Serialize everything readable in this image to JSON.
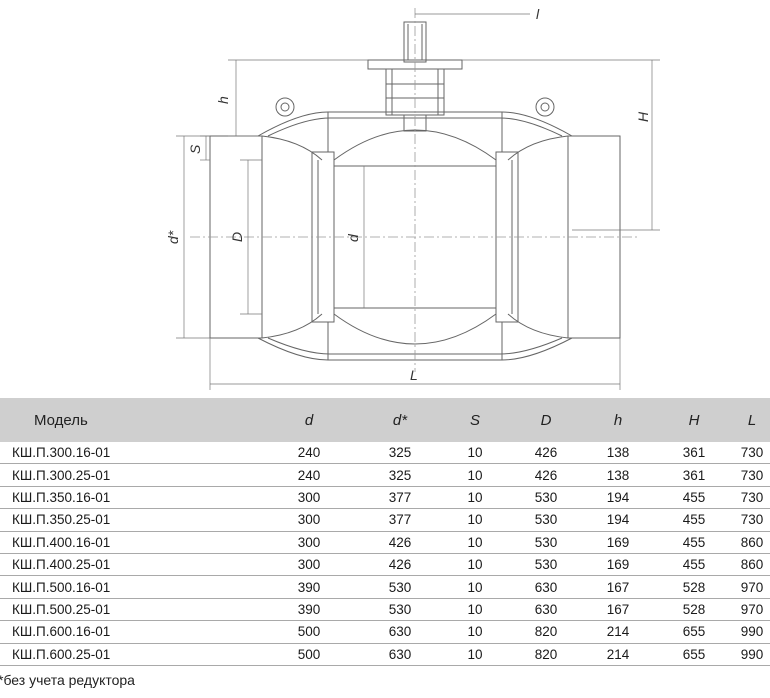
{
  "drawing": {
    "dimensions": {
      "top": "l",
      "h": "h",
      "H": "H",
      "S": "S",
      "d_star": "d*",
      "D": "D",
      "d": "d",
      "L": "L"
    }
  },
  "table": {
    "headers": [
      "Модель",
      "d",
      "d*",
      "S",
      "D",
      "h",
      "H",
      "L"
    ],
    "rows": [
      [
        "КШ.П.300.16-01",
        "240",
        "325",
        "10",
        "426",
        "138",
        "361",
        "730"
      ],
      [
        "КШ.П.300.25-01",
        "240",
        "325",
        "10",
        "426",
        "138",
        "361",
        "730"
      ],
      [
        "КШ.П.350.16-01",
        "300",
        "377",
        "10",
        "530",
        "194",
        "455",
        "730"
      ],
      [
        "КШ.П.350.25-01",
        "300",
        "377",
        "10",
        "530",
        "194",
        "455",
        "730"
      ],
      [
        "КШ.П.400.16-01",
        "300",
        "426",
        "10",
        "530",
        "169",
        "455",
        "860"
      ],
      [
        "КШ.П.400.25-01",
        "300",
        "426",
        "10",
        "530",
        "169",
        "455",
        "860"
      ],
      [
        "КШ.П.500.16-01",
        "390",
        "530",
        "10",
        "630",
        "167",
        "528",
        "970"
      ],
      [
        "КШ.П.500.25-01",
        "390",
        "530",
        "10",
        "630",
        "167",
        "528",
        "970"
      ],
      [
        "КШ.П.600.16-01",
        "500",
        "630",
        "10",
        "820",
        "214",
        "655",
        "990"
      ],
      [
        "КШ.П.600.25-01",
        "500",
        "630",
        "10",
        "820",
        "214",
        "655",
        "990"
      ]
    ]
  },
  "footnote": "*без учета редуктора"
}
